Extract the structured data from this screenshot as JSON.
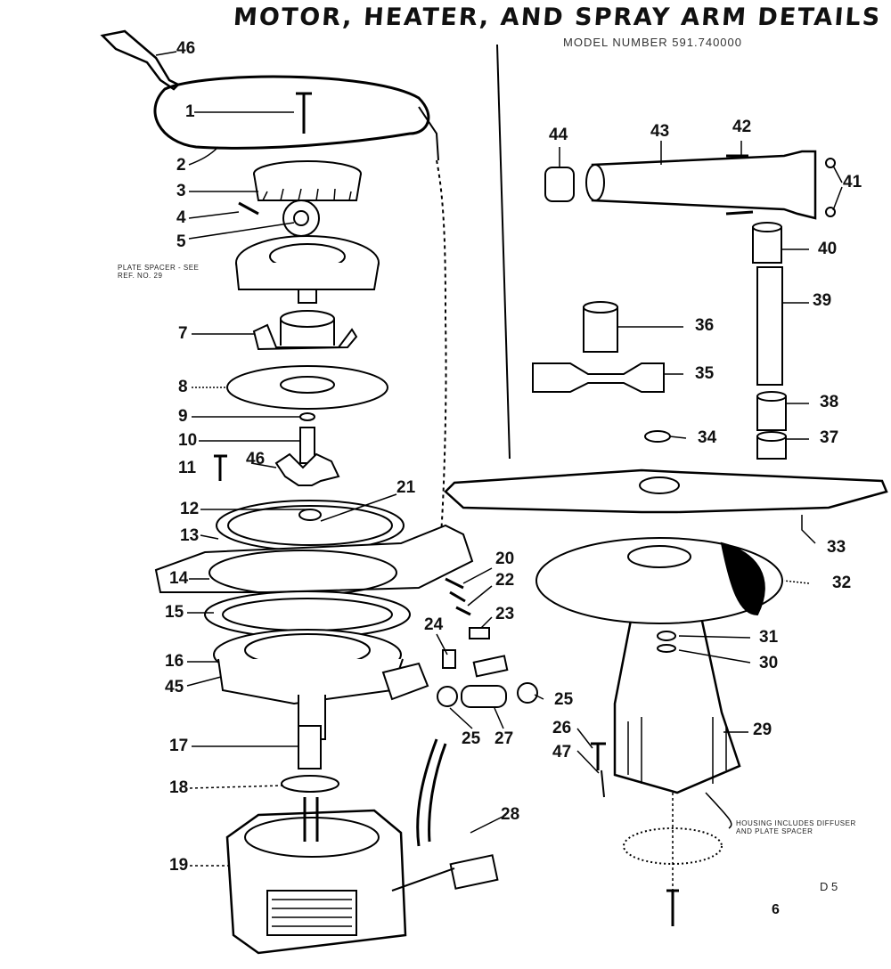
{
  "title": "MOTOR, HEATER, AND SPRAY ARM DETAILS",
  "model_number": "MODEL NUMBER 591.740000",
  "notes": {
    "plate_spacer": "PLATE SPACER - SEE\nREF. NO. 29",
    "housing": "HOUSING INCLUDES DIFFUSER\nAND PLATE SPACER"
  },
  "page_code": "D 5",
  "page_number": "6",
  "callouts": [
    "1",
    "2",
    "3",
    "4",
    "5",
    "7",
    "8",
    "9",
    "10",
    "11",
    "46",
    "12",
    "13",
    "14",
    "15",
    "16",
    "45",
    "17",
    "18",
    "19",
    "21",
    "20",
    "22",
    "23",
    "24",
    "25",
    "27",
    "25",
    "26",
    "47",
    "28",
    "29",
    "30",
    "31",
    "32",
    "33",
    "34",
    "35",
    "36",
    "37",
    "38",
    "39",
    "40",
    "41",
    "42",
    "43",
    "44",
    "46"
  ]
}
